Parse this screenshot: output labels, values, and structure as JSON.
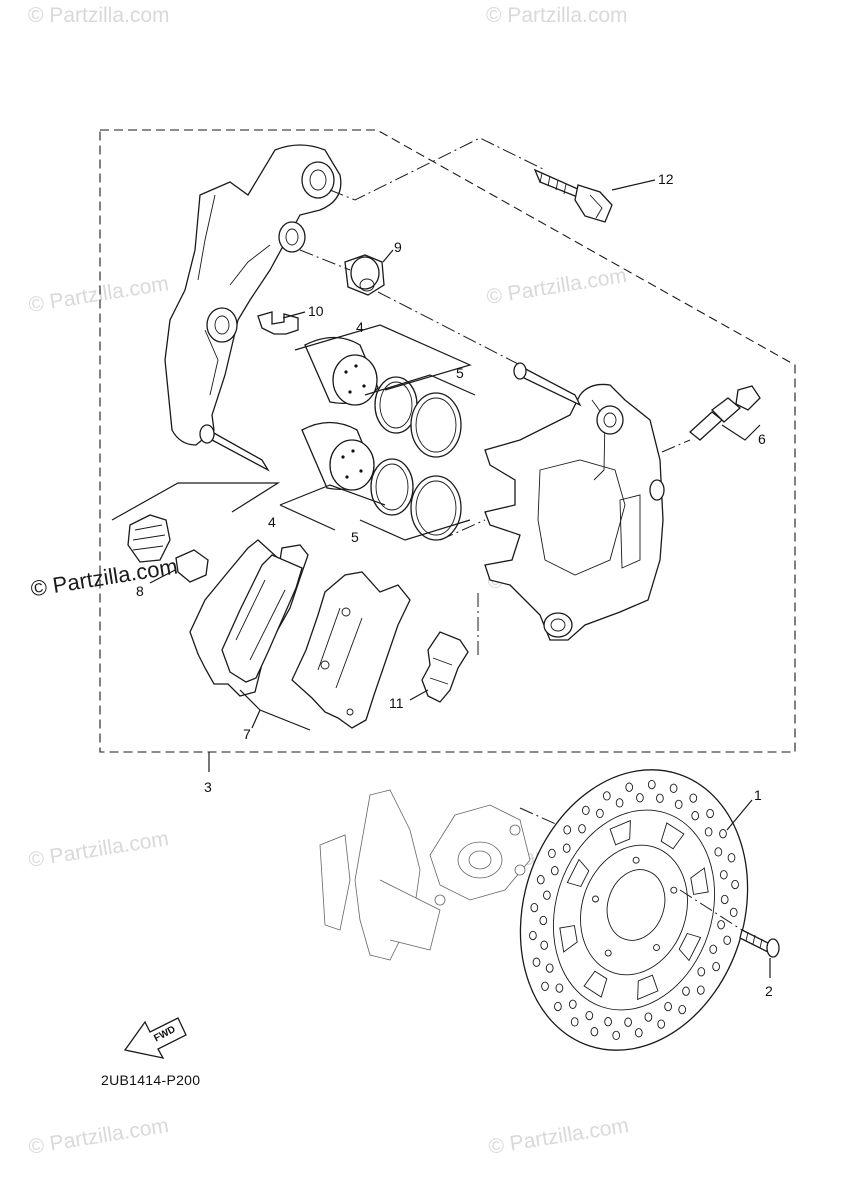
{
  "diagram": {
    "code": "2UB1414-P200",
    "direction_label": "FWD"
  },
  "callouts": [
    "1",
    "2",
    "3",
    "4",
    "4",
    "5",
    "5",
    "6",
    "7",
    "8",
    "9",
    "10",
    "11",
    "12"
  ],
  "watermarks": {
    "text": "© Partzilla.com",
    "prominent": "© Partzilla.com"
  }
}
